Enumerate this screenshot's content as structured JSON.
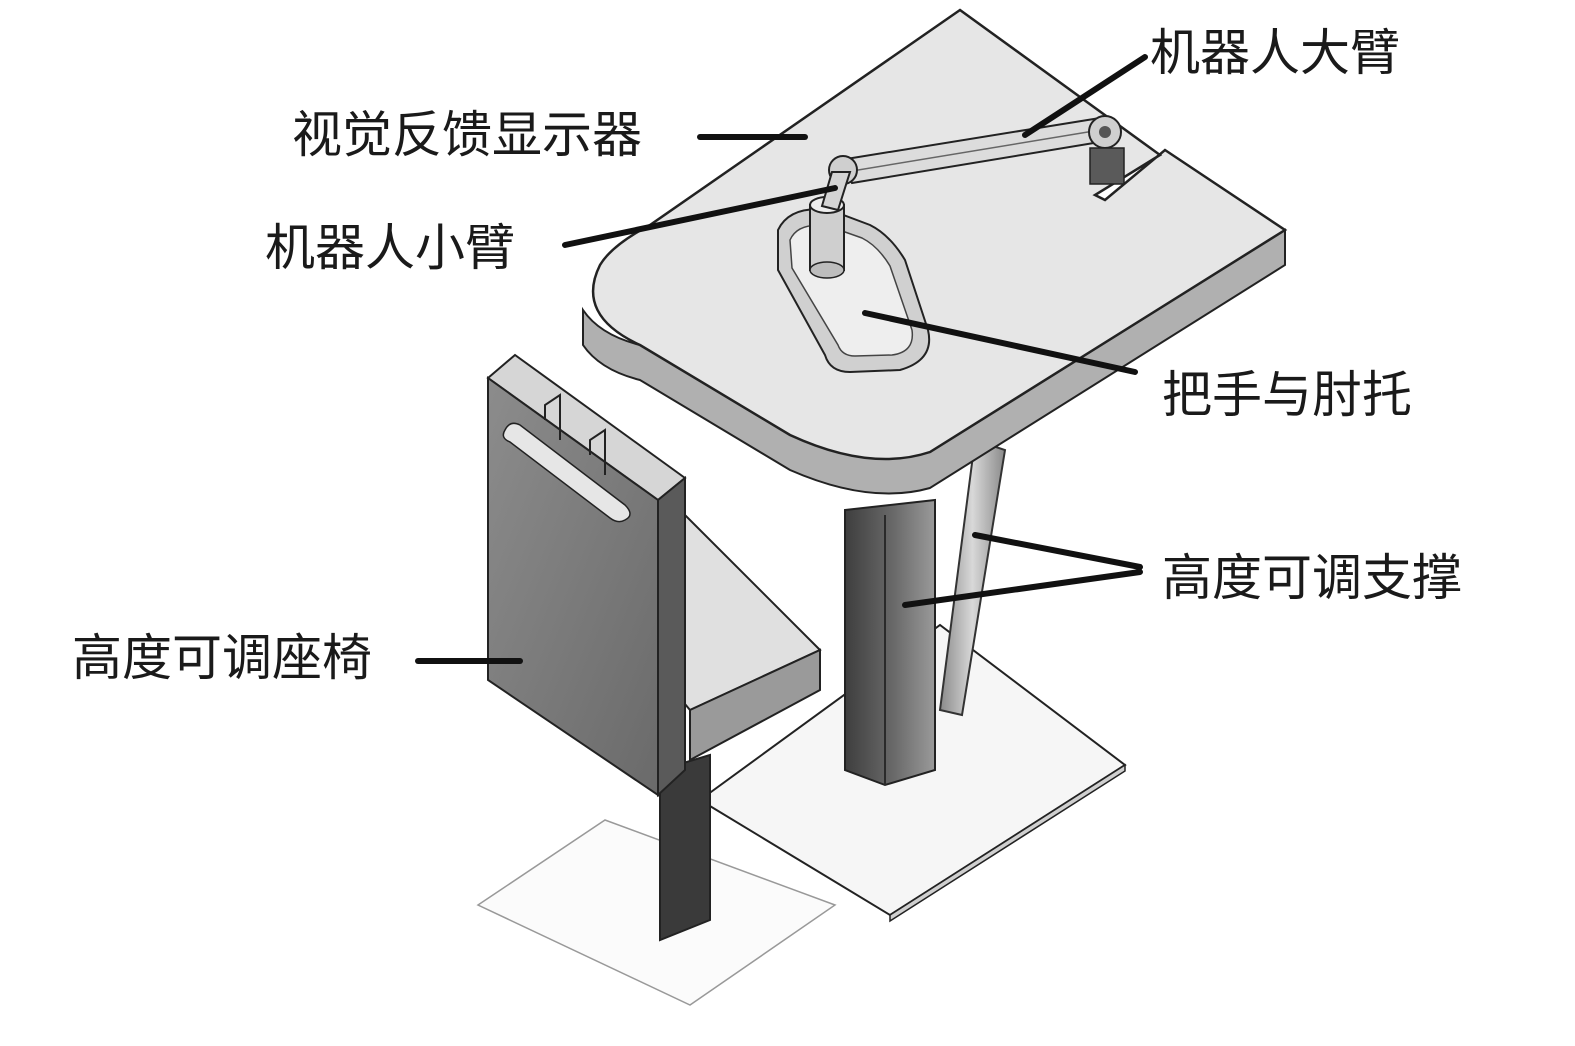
{
  "diagram": {
    "labels": {
      "visual_display": "视觉反馈显示器",
      "robot_upper_arm": "机器人大臂",
      "robot_forearm": "机器人小臂",
      "handle_elbow": "把手与肘托",
      "adjustable_support": "高度可调支撑",
      "adjustable_seat": "高度可调座椅"
    },
    "colors": {
      "table_top": "#e4e4e4",
      "table_edge": "#a8a8a8",
      "column_dark": "#4a4a4a",
      "column_light": "#8a8a8a",
      "chair_back": "#7a7a7a",
      "chair_seat": "#d8d8d8",
      "base_plate": "#f4f4f4",
      "outline": "#222222"
    }
  }
}
